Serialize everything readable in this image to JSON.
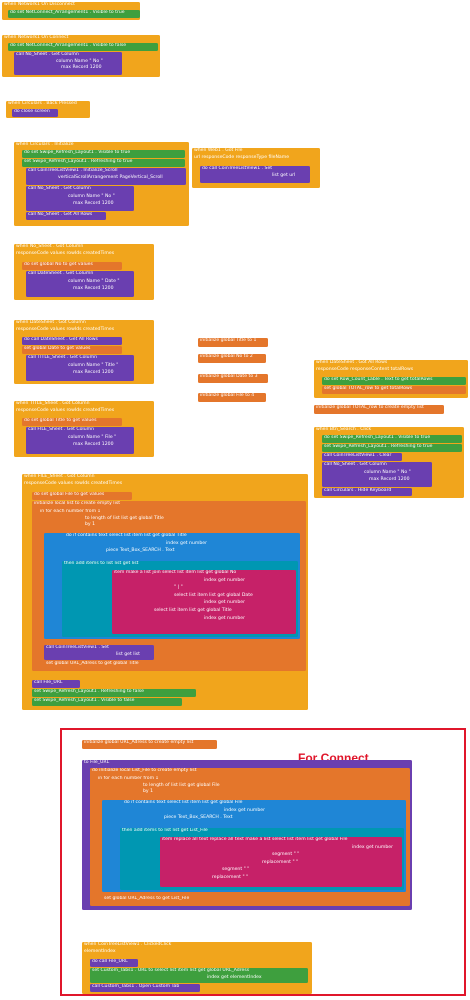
{
  "blocks": {
    "b1": {
      "hdr": "when Network1 On Disconnect",
      "l1": "do set NetConnect_Arrangement1 . Visible to true"
    },
    "b2": {
      "hdr": "when Network1 On Connect",
      "l1": "do set NetConnect_Arrangement1 . Visible to false",
      "l2": "call No_Sheet . Get Column",
      "l3": "column Name \" No \"",
      "l4": "max Record 1200"
    },
    "b3": {
      "hdr": "when Circulars . Back Pressed",
      "l1": "do close screen"
    },
    "b4": {
      "hdr": "when Circulars . Initialize",
      "l1": "do set Swipe_Refresh_Layout1 . Visible to true",
      "l2": "set Swipe_Refresh_Layout1 . Refreshing to true",
      "l3": "call CoinTreeListView1 . Initialize_Scroll",
      "l4": "verticalScrollArrangement PageVertical_Scroll",
      "l5": "call No_Sheet . Get Column",
      "l6": "column Name \" No \"",
      "l7": "max Record 1200",
      "l8": "call No_Sheet . Get All Rows"
    },
    "b5": {
      "hdr": "when Web1 . Got File",
      "l1": "url responseCode responseType fileName",
      "l2": "do call CoinTreeListView1 . Set",
      "l3": "list get url"
    },
    "b6": {
      "hdr": "when No_Sheet . Got Column",
      "l1": "responseCode values rowIds createdTimes",
      "l2": "do set global No to get values",
      "l3": "call DateSheet . Get Column",
      "l4": "column Name \" Date \"",
      "l5": "max Record 1200"
    },
    "b7": {
      "hdr": "when DateSheet . Got Column",
      "l1": "responseCode values rowIds createdTimes",
      "l2": "do call DateSheet . Get All Rows",
      "l3": "set global Date to get values",
      "l4": "call TITLE_Sheet . Get Column",
      "l5": "column Name \" Title \"",
      "l6": "max Record 1200"
    },
    "b8": {
      "hdr": "when TITLE_Sheet . Got Column",
      "l1": "responseCode values rowIds createdTimes",
      "l2": "do set global Title to get values",
      "l3": "call FILE_Sheet . Get Column",
      "l4": "column Name \" File \"",
      "l5": "max Record 1200"
    },
    "b9": {
      "hdr": "when FILE_Sheet . Got Column",
      "l1": "responseCode values rowIds createdTimes",
      "l2": "do set global File to get values",
      "l3": "initialize local list to create empty list",
      "l4": "in for each number from 1",
      "l5": "to length of list list get global Title",
      "l6": "by 1",
      "l7": "do if contains text select list item list get global Title",
      "l8": "index get number",
      "l9": "piece Text_Box_SEARCH . Text",
      "l10": "then add items to list list get list",
      "l11": "item make a list join select list item list get global No",
      "l12": "index get number",
      "l13": "\" | \"",
      "l14": "select list item list get global Date",
      "l15": "index get number",
      "l16": "select list item list get global Title",
      "l17": "index get number",
      "l18": "call CoinTreeListView1 . Set",
      "l19": "list get list",
      "l20": "set global URL_Adress to get global Title",
      "l21": "call File_URL",
      "l22": "set Swipe_Refresh_Layout1 . Refreshing to false",
      "l23": "set Swipe_Refresh_Layout1 . Visible to false"
    },
    "g1": "initialize global Title to 1",
    "g2": "initialize global No to 2",
    "g3": "initialize global Date to 3",
    "g4": "initialize global File to 4",
    "b10": {
      "hdr": "when DateSheet . Got All Rows",
      "l1": "responseCode responseContent totalRows",
      "l2": "do set Row_Count_Lable . Text to get totalRows",
      "l3": "set global TOTAL_row to get totalRows"
    },
    "g5": "initialize global TOTAL_row to create empty list",
    "b11": {
      "hdr": "when Btn_Search . Click",
      "l1": "do set Swipe_Refresh_Layout1 . Visible to true",
      "l2": "set Swipe_Refresh_Layout1 . Refreshing to true",
      "l3": "call CoinTreeListView1 . Clear",
      "l4": "call No_Sheet . Get Column",
      "l5": "column Name \" No \"",
      "l6": "max Record 1200",
      "l7": "call Circulars . Hide Keyboard"
    },
    "g6": "initialize global URL_Adress to create empty list",
    "b12": {
      "hdr": "to File_URL",
      "l1": "do initialize local List_File to create empty list",
      "l2": "in for each number from 1",
      "l3": "to length of list list get global File",
      "l4": "by 1",
      "l5": "do if contains text select list item list get global File",
      "l6": "index get number",
      "l7": "piece Text_Box_SEARCH . Text",
      "l8": "then add items to list list get List_File",
      "l9": "item replace all text replace all text make a list select list item list get global File",
      "l10": "index get number",
      "l11": "segment \" \"",
      "l12": "replacement \" \"",
      "l13": "segment \" \"",
      "l14": "replacement \" \"",
      "l15": "set global URL_Adress to get List_File"
    },
    "b13": {
      "hdr": "when CoinTreeListView1 . ClickedClick",
      "l1": "elementIndex",
      "l2": "do call File_URL",
      "l3": "set Custom_Tabs1 . URL to select list item list get global URL_Adress",
      "l4": "index get elementIndex",
      "l5": "call Custom_Tabs1 . Open Custom Tab"
    }
  },
  "annotation": "For Connect\nURL link",
  "colors": {
    "event": "#f1a51c",
    "procedure": "#6a3fb0",
    "component_set": "#3e9f3e",
    "variable": "#e4762b",
    "list": "#1f86d6",
    "text": "#c62168",
    "math": "#1f86d6",
    "frame": "#e0162b"
  }
}
